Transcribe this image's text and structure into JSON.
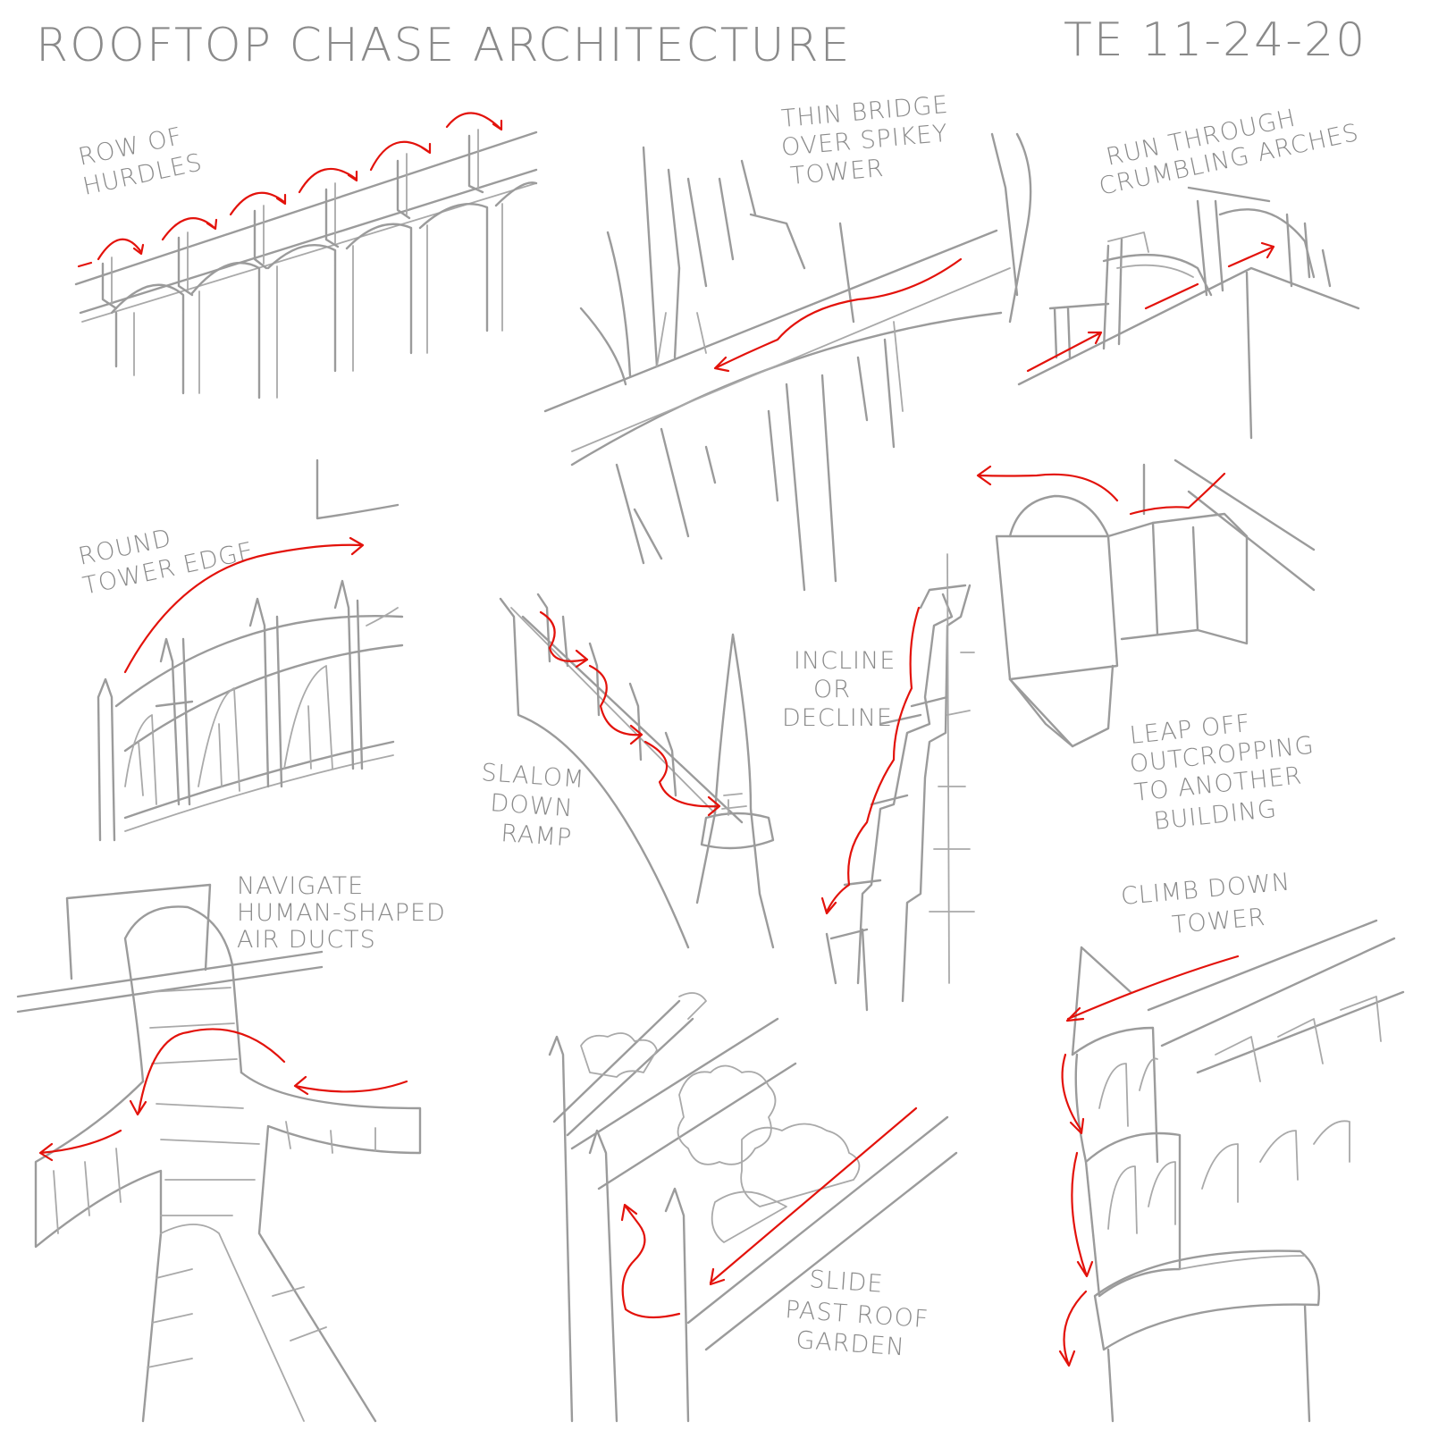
{
  "sheet": {
    "title": "ROOFTOP CHASE ARCHITECTURE",
    "signature": "TE 11-24-20"
  },
  "colors": {
    "pencil": "#9b9b9b",
    "path_arrow": "#e3120b",
    "paper": "#ffffff"
  },
  "panels": [
    {
      "id": "hurdles",
      "label": [
        "ROW OF",
        "HURDLES"
      ]
    },
    {
      "id": "bridge",
      "label": [
        "THIN BRIDGE",
        "OVER SPIKEY",
        "TOWER"
      ]
    },
    {
      "id": "arches",
      "label": [
        "RUN THROUGH",
        "CRUMBLING ARCHES"
      ]
    },
    {
      "id": "tower-edge",
      "label": [
        "ROUND",
        "TOWER EDGE"
      ]
    },
    {
      "id": "slalom",
      "label": [
        "SLALOM",
        "DOWN",
        "RAMP"
      ]
    },
    {
      "id": "incline",
      "label": [
        "INCLINE",
        "OR",
        "DECLINE"
      ]
    },
    {
      "id": "leap",
      "label": [
        "LEAP OFF",
        "OUTCROPPING",
        "TO ANOTHER",
        "BUILDING"
      ]
    },
    {
      "id": "ducts",
      "label": [
        "NAVIGATE",
        "HUMAN-SHAPED",
        "AIR DUCTS"
      ]
    },
    {
      "id": "garden",
      "label": [
        "SLIDE",
        "PAST ROOF",
        "GARDEN"
      ]
    },
    {
      "id": "climb",
      "label": [
        "CLIMB DOWN",
        "TOWER"
      ]
    }
  ]
}
